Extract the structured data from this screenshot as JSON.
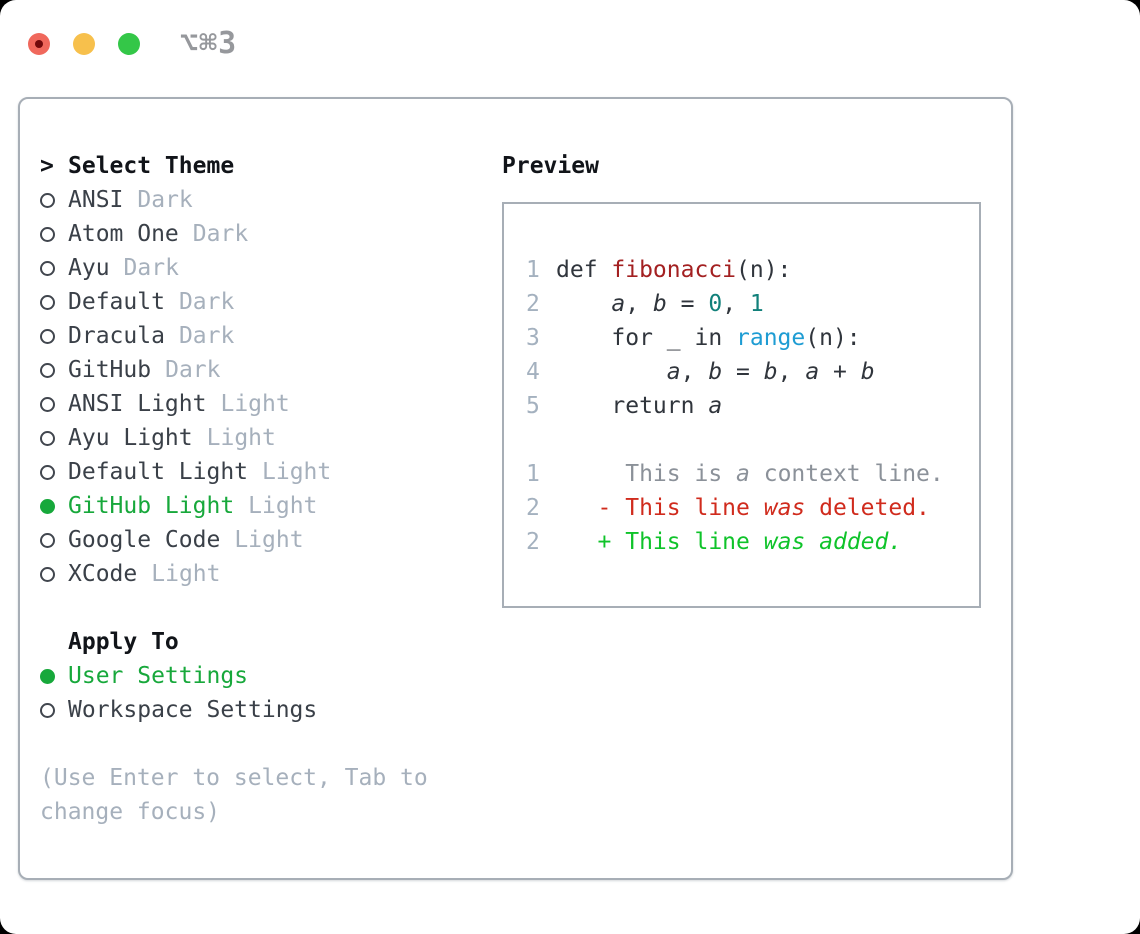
{
  "window": {
    "shortcut": "⌥⌘3",
    "traffic_lights": [
      {
        "name": "close",
        "color": "#f0685c"
      },
      {
        "name": "minimize",
        "color": "#f7c04c"
      },
      {
        "name": "zoom",
        "color": "#34c748"
      }
    ]
  },
  "panel": {
    "theme_list": {
      "prompt": ">",
      "title": "Select Theme",
      "items": [
        {
          "name": "ANSI",
          "variant": "Dark",
          "selected": false
        },
        {
          "name": "Atom One",
          "variant": "Dark",
          "selected": false
        },
        {
          "name": "Ayu",
          "variant": "Dark",
          "selected": false
        },
        {
          "name": "Default",
          "variant": "Dark",
          "selected": false
        },
        {
          "name": "Dracula",
          "variant": "Dark",
          "selected": false
        },
        {
          "name": "GitHub",
          "variant": "Dark",
          "selected": false
        },
        {
          "name": "ANSI Light",
          "variant": "Light",
          "selected": false
        },
        {
          "name": "Ayu Light",
          "variant": "Light",
          "selected": false
        },
        {
          "name": "Default Light",
          "variant": "Light",
          "selected": false
        },
        {
          "name": "GitHub Light",
          "variant": "Light",
          "selected": true
        },
        {
          "name": "Google Code",
          "variant": "Light",
          "selected": false
        },
        {
          "name": "XCode",
          "variant": "Light",
          "selected": false
        }
      ]
    },
    "apply_to": {
      "title": "Apply To",
      "options": [
        {
          "name": "User Settings",
          "selected": true
        },
        {
          "name": "Workspace Settings",
          "selected": false
        }
      ]
    },
    "hint": "(Use Enter to select, Tab to change focus)",
    "preview": {
      "title": "Preview",
      "lines": [
        {
          "num": "1",
          "cls": "code",
          "tokens": [
            {
              "t": "def ",
              "c": "plain"
            },
            {
              "t": "fibonacci",
              "c": "func"
            },
            {
              "t": "(n):",
              "c": "plain"
            }
          ]
        },
        {
          "num": "2",
          "cls": "code",
          "tokens": [
            {
              "t": "    ",
              "c": "plain"
            },
            {
              "t": "a",
              "c": "var"
            },
            {
              "t": ", ",
              "c": "plain"
            },
            {
              "t": "b",
              "c": "var"
            },
            {
              "t": " = ",
              "c": "plain"
            },
            {
              "t": "0",
              "c": "num"
            },
            {
              "t": ", ",
              "c": "plain"
            },
            {
              "t": "1",
              "c": "num"
            }
          ]
        },
        {
          "num": "3",
          "cls": "code",
          "tokens": [
            {
              "t": "    for _ in ",
              "c": "plain"
            },
            {
              "t": "range",
              "c": "builtin"
            },
            {
              "t": "(n):",
              "c": "plain"
            }
          ]
        },
        {
          "num": "4",
          "cls": "code",
          "tokens": [
            {
              "t": "        ",
              "c": "plain"
            },
            {
              "t": "a",
              "c": "var"
            },
            {
              "t": ", ",
              "c": "plain"
            },
            {
              "t": "b",
              "c": "var"
            },
            {
              "t": " = ",
              "c": "plain"
            },
            {
              "t": "b",
              "c": "var"
            },
            {
              "t": ", ",
              "c": "plain"
            },
            {
              "t": "a",
              "c": "var"
            },
            {
              "t": " + ",
              "c": "plain"
            },
            {
              "t": "b",
              "c": "var"
            }
          ]
        },
        {
          "num": "5",
          "cls": "code",
          "tokens": [
            {
              "t": "    return ",
              "c": "plain"
            },
            {
              "t": "a",
              "c": "var"
            }
          ]
        },
        {
          "num": "",
          "cls": "code",
          "tokens": []
        },
        {
          "num": "1",
          "cls": "ctx",
          "tokens": [
            {
              "t": "     This is "
            },
            {
              "t": "a",
              "it": true
            },
            {
              "t": " context line."
            }
          ]
        },
        {
          "num": "2",
          "cls": "del",
          "tokens": [
            {
              "t": "   - This line "
            },
            {
              "t": "was",
              "it": true
            },
            {
              "t": " deleted."
            }
          ]
        },
        {
          "num": "2",
          "cls": "add",
          "tokens": [
            {
              "t": "   + This line "
            },
            {
              "t": "was",
              "it": true
            },
            {
              "t": " "
            },
            {
              "t": "added.",
              "it": true
            }
          ]
        }
      ]
    }
  },
  "colors": {
    "selection_green": "#17a83b",
    "added_green": "#0fc32a",
    "deleted_red": "#d02b1d",
    "context_gray": "#8b9199",
    "function_red": "#a32021",
    "number_teal": "#11807a",
    "builtin_blue": "#1e9cd3",
    "variant_gray": "#a6b0bc",
    "panel_border": "#a7aeb6",
    "traffic_red": "#f0685c",
    "traffic_yellow": "#f7c04c",
    "traffic_green": "#34c748"
  }
}
